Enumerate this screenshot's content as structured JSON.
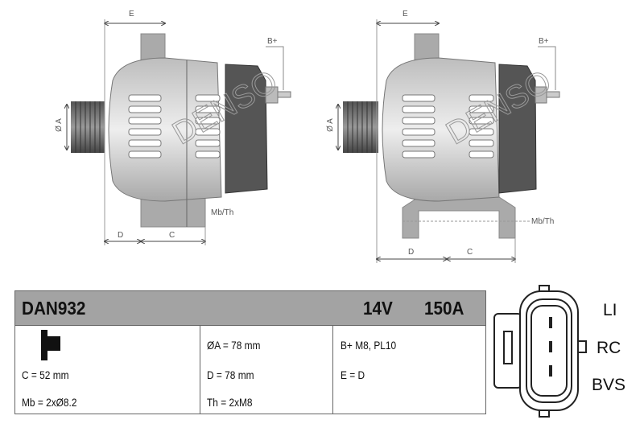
{
  "drawing": {
    "dimension_labels": {
      "e": "E",
      "d": "D",
      "c": "C",
      "diameter": "Ø A",
      "b_plus": "B+",
      "mb_th": "Mb/Th"
    },
    "watermark": "DENSO"
  },
  "spec_table": {
    "model": "DAN932",
    "voltage": "14V",
    "current": "150A",
    "col1": {
      "c": "C = 52 mm",
      "mb": "Mb = 2xØ8.2"
    },
    "col2": {
      "a": "ØA = 78 mm",
      "d": "D = 78 mm",
      "th": "Th = 2xM8"
    },
    "col3": {
      "b_plus": "B+ M8, PL10",
      "e": "E = D"
    },
    "header_color": "#a3a3a3"
  },
  "connector": {
    "pins": [
      "LI",
      "RC",
      "BVS"
    ]
  }
}
